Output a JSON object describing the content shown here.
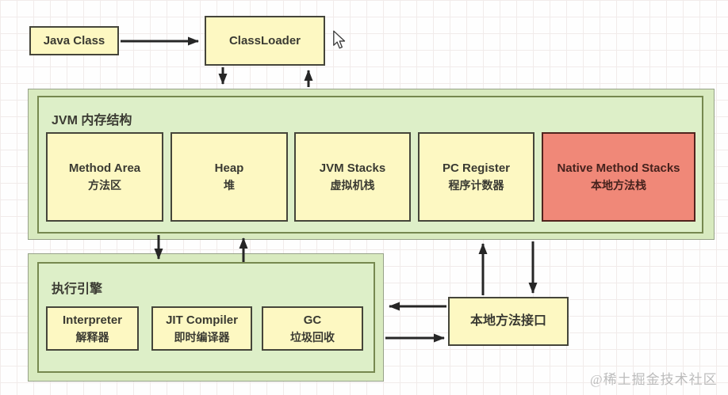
{
  "diagram": {
    "top": {
      "java_class_label": "Java Class",
      "classloader_label": "ClassLoader"
    },
    "memory": {
      "title": "JVM 内存结构",
      "boxes": [
        {
          "en": "Method Area",
          "zh": "方法区"
        },
        {
          "en": "Heap",
          "zh": "堆"
        },
        {
          "en": "JVM Stacks",
          "zh": "虚拟机栈"
        },
        {
          "en": "PC Register",
          "zh": "程序计数器"
        },
        {
          "en": "Native Method Stacks",
          "zh": "本地方法栈"
        }
      ]
    },
    "engine": {
      "title": "执行引擎",
      "boxes": [
        {
          "en": "Interpreter",
          "zh": "解释器"
        },
        {
          "en": "JIT Compiler",
          "zh": "即时编译器"
        },
        {
          "en": "GC",
          "zh": "垃圾回收"
        }
      ]
    },
    "native_interface_label": "本地方法接口",
    "watermark": "@稀土掘金技术社区",
    "colors": {
      "box_yellow": "#fdf8c2",
      "box_red": "#f08878",
      "container_green": "#ddefc8",
      "container_border": "#76884f",
      "arrow": "#262626"
    }
  }
}
